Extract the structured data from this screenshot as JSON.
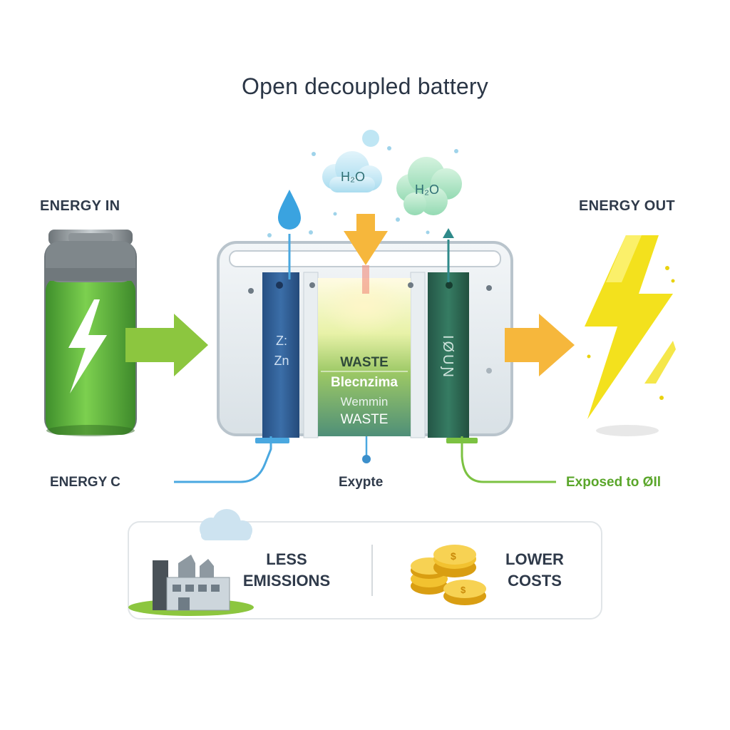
{
  "title": "Open decoupled battery",
  "labels": {
    "energy_in": "ENERGY IN",
    "energy_out": "ENERGY OUT",
    "energy_come": "ENERGY C",
    "electrolyte": "Exypte",
    "exposed": "Exposed to ØIl"
  },
  "cell": {
    "anode_top": "Z:",
    "anode": "Zn",
    "cathode": "IØUƝ",
    "center_lines": [
      "WASTE",
      "Blecnzima",
      "Wemmin",
      "WASTE"
    ]
  },
  "bubbles": {
    "left": "H₂O",
    "right": "H₂O"
  },
  "benefits": {
    "emissions": [
      "LESS",
      "EMISSIONS"
    ],
    "costs": [
      "LOWER",
      "COSTS"
    ]
  },
  "colors": {
    "battery_green": "#5cb83a",
    "arrow_green": "#8cc63f",
    "arrow_orange": "#f6b73c",
    "bolt_yellow": "#f3e11d",
    "anode_blue": "#2f5f97",
    "cathode_green": "#2e6b57",
    "line_blue": "#4aa8e0",
    "line_green": "#7cc242",
    "coin_gold": "#f2c230"
  }
}
